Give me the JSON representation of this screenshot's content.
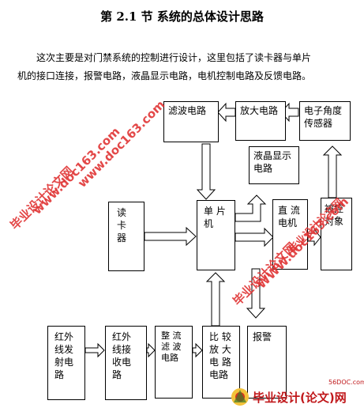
{
  "heading": "第 2.1 节  系统的总体设计思路",
  "paragraph_line1": "这次主要是对门禁系统的控制进行设计，这里包括了读卡器与单片",
  "paragraph_line2": "机的接口连接，报警电路，液晶显示电路，电机控制电路及反馈电路。",
  "blocks": {
    "filter": "滤波电路",
    "amplifier": "放大电路",
    "angle_sensor": "电子角度传感器",
    "lcd": "液晶显示电路",
    "card_reader": "读 卡 器",
    "mcu": "单 片 机",
    "dc_motor": "直 流 电机",
    "controlled_object": "被控对象",
    "ir_tx": "红外线发射电路",
    "ir_rx": "红外线接收电路",
    "rectifier": "整 流 滤 波 电路",
    "comparator": "比 较 放 大 电 路 电路",
    "alarm": "报警"
  },
  "watermarks": {
    "a": "毕业设计论文网",
    "b": "www.doc163.com",
    "c": "毕业设计论文网",
    "d": "www.doc163.com",
    "e": "毕业设计论文网",
    "f": "WWW.doc163.com"
  },
  "footer": {
    "brand": "毕业设计(论文)网",
    "logo_text": "56DOC.com"
  },
  "colors": {
    "watermark": "#e03535",
    "footer_brand": "#c0181b"
  }
}
